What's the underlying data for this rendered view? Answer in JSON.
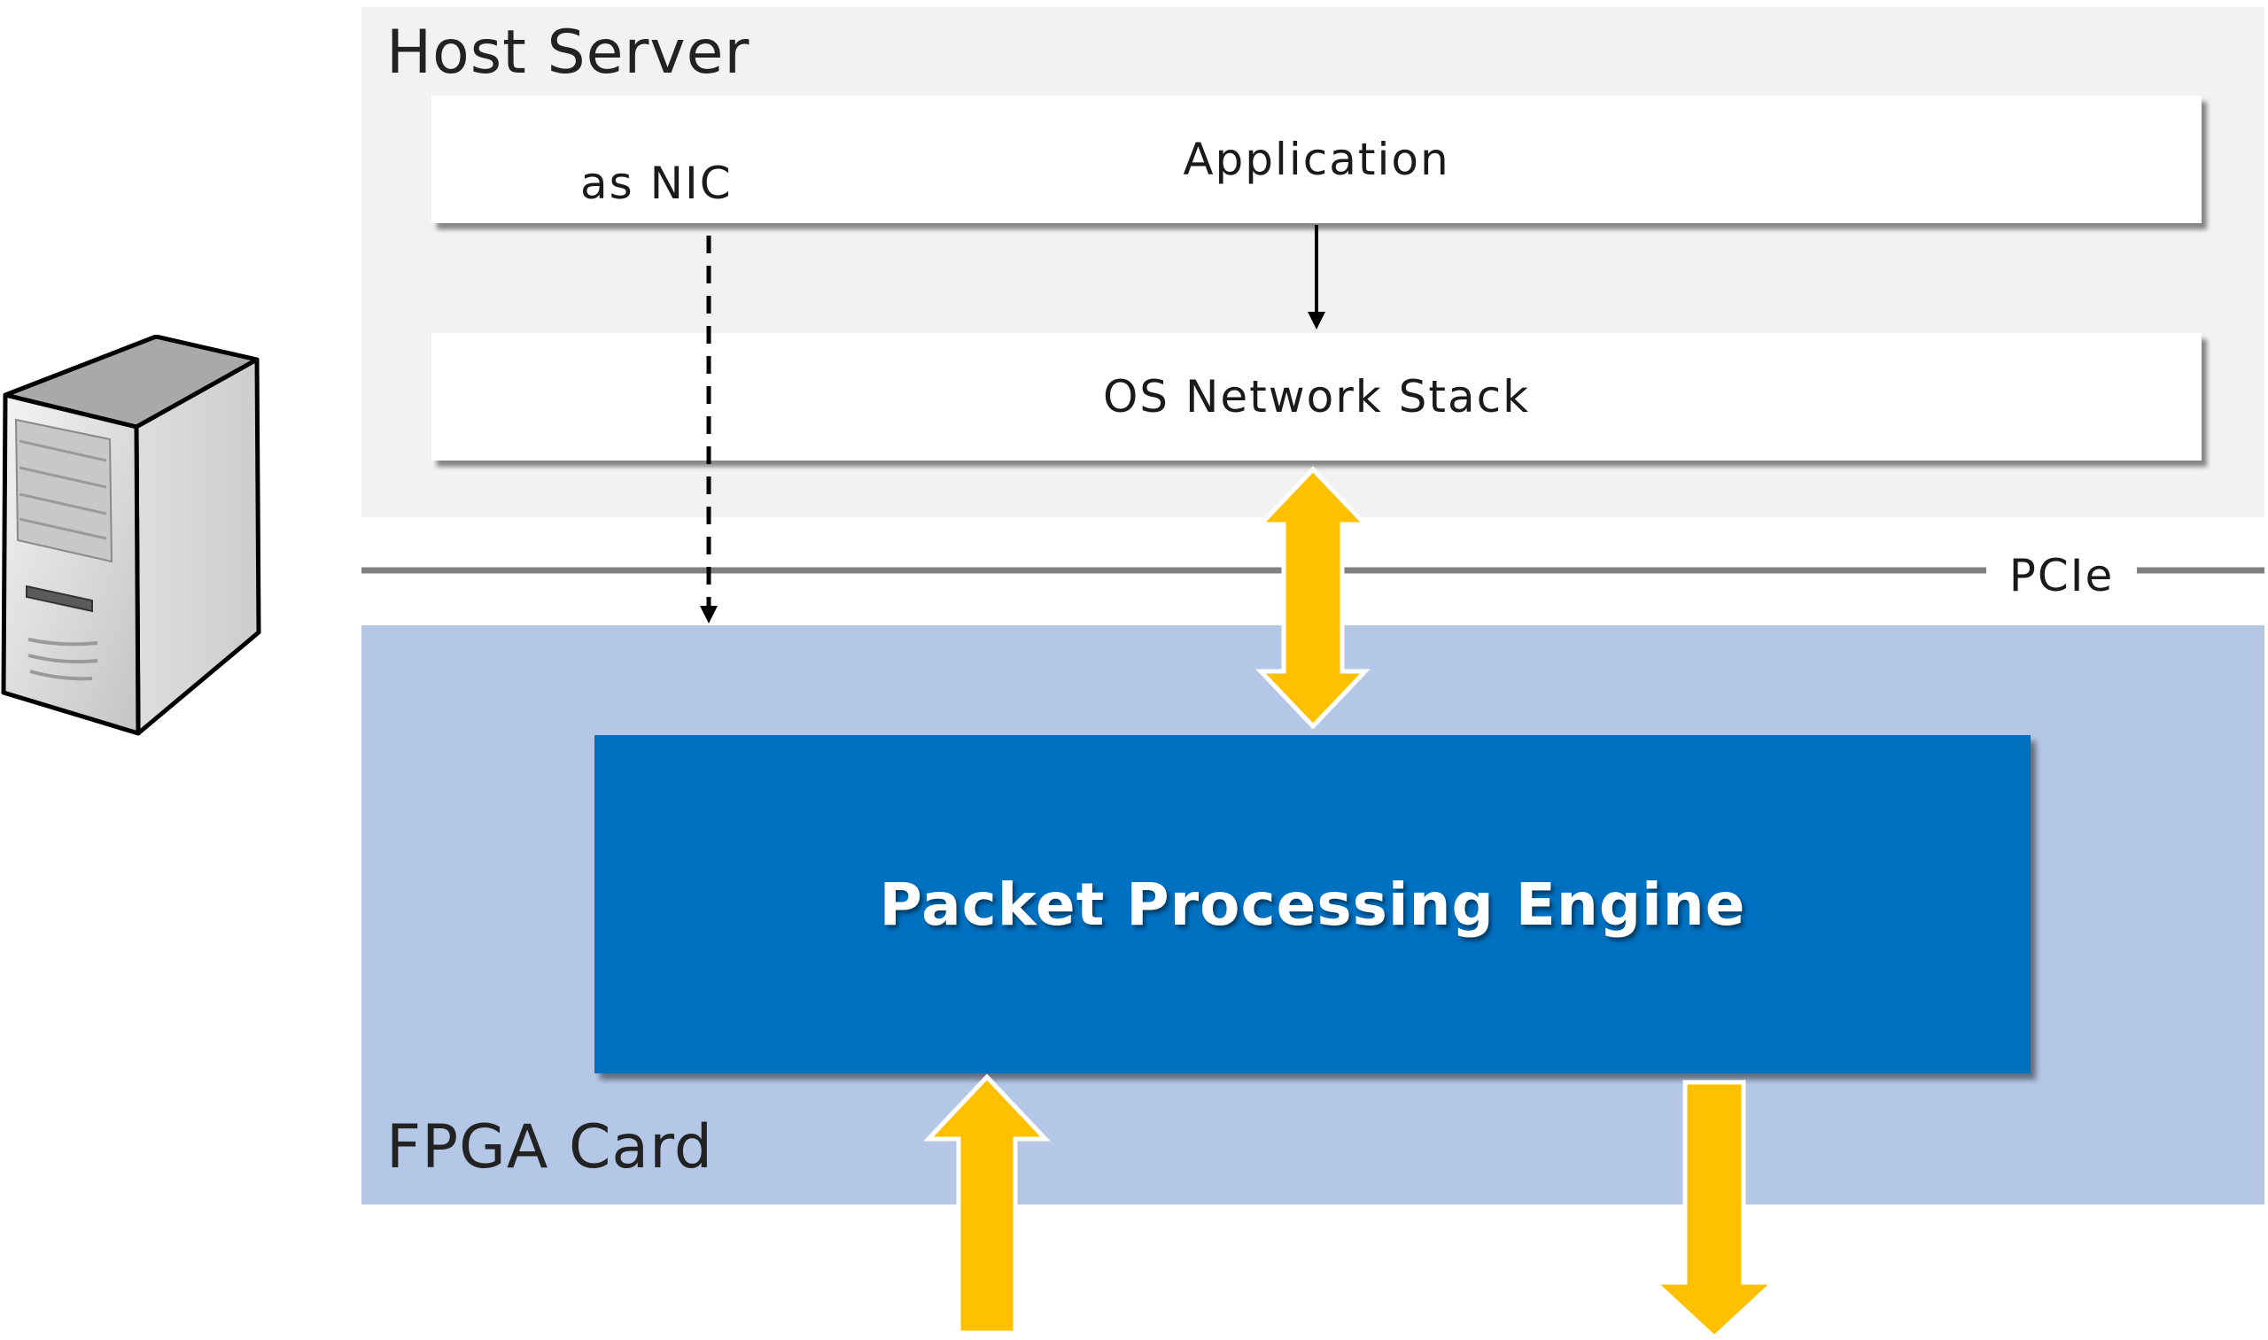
{
  "host": {
    "title": "Host Server",
    "application_label": "Application",
    "os_stack_label": "OS Network Stack",
    "nic_path_label": "as NIC"
  },
  "bus": {
    "label": "PCIe"
  },
  "fpga": {
    "title": "FPGA Card",
    "engine_label": "Packet Processing Engine"
  },
  "colors": {
    "host_bg": "#f2f2f2",
    "fpga_bg": "#b4c7e7",
    "engine_fill": "#0070c0",
    "arrow_fill": "#ffc000",
    "bus_line": "#808080"
  },
  "icons": {
    "server": "server-tower-icon"
  }
}
